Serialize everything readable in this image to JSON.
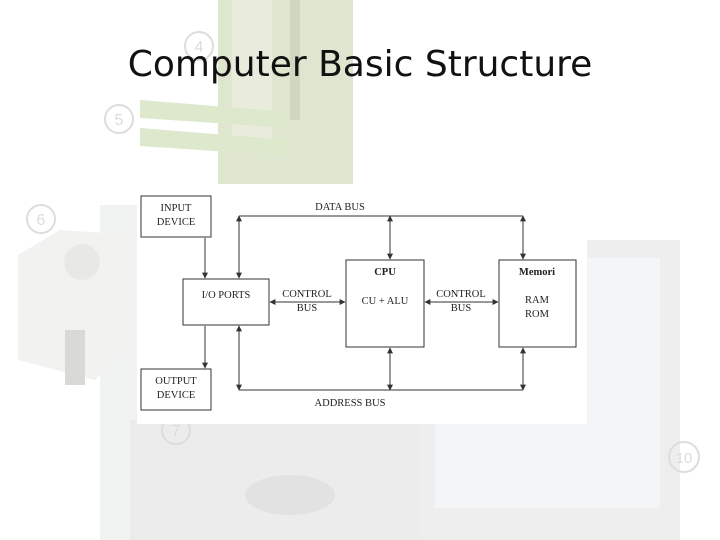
{
  "slide": {
    "title": "Computer Basic Structure"
  },
  "diagram": {
    "input_device": [
      "INPUT",
      "DEVICE"
    ],
    "output_device": [
      "OUTPUT",
      "DEVICE"
    ],
    "io_ports": "I/O PORTS",
    "cpu_title": "CPU",
    "cpu_body": "CU + ALU",
    "memory_title": "Memori",
    "memory_lines": [
      "RAM",
      "ROM"
    ],
    "control_bus_left": [
      "CONTROL",
      "BUS"
    ],
    "control_bus_right": [
      "CONTROL",
      "BUS"
    ],
    "data_bus": "DATA BUS",
    "address_bus": "ADDRESS BUS"
  },
  "background": {
    "callout_numbers": [
      "4",
      "5",
      "6",
      "7",
      "10"
    ]
  },
  "colors": {
    "panel": "#ffffff",
    "stroke": "#333333",
    "background_faded": "#eef0e4"
  }
}
